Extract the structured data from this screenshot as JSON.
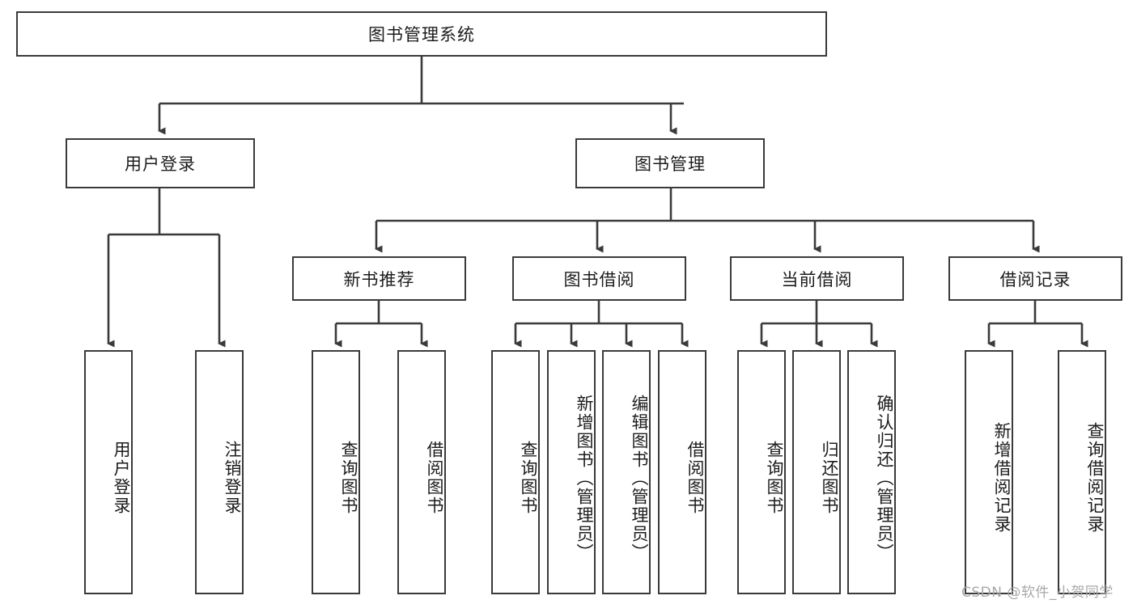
{
  "diagram": {
    "type": "tree",
    "title": "图书管理系统",
    "orientation": "top-down",
    "levels": 4,
    "nodes": {
      "root": {
        "label": "图书管理系统",
        "level": 0
      },
      "user_login": {
        "label": "用户登录",
        "level": 1
      },
      "book_manage": {
        "label": "图书管理",
        "level": 1
      },
      "new_book_rec": {
        "label": "新书推荐",
        "level": 2
      },
      "book_borrow": {
        "label": "图书借阅",
        "level": 2
      },
      "current_borrow": {
        "label": "当前借阅",
        "level": 2
      },
      "borrow_record": {
        "label": "借阅记录",
        "level": 2
      },
      "leaf_user_login": {
        "label": "用户登录",
        "level": 2
      },
      "leaf_logout": {
        "label": "注销登录",
        "level": 2
      },
      "leaf_query_book_1": {
        "label": "查询图书",
        "level": 3
      },
      "leaf_borrow_book_1": {
        "label": "借阅图书",
        "level": 3
      },
      "leaf_query_book_2": {
        "label": "查询图书",
        "level": 3
      },
      "leaf_add_book": {
        "label": "新增图书（管理员）",
        "level": 3
      },
      "leaf_edit_book": {
        "label": "编辑图书（管理员）",
        "level": 3
      },
      "leaf_borrow_book_2": {
        "label": "借阅图书",
        "level": 3
      },
      "leaf_query_book_3": {
        "label": "查询图书",
        "level": 3
      },
      "leaf_return_book": {
        "label": "归还图书",
        "level": 3
      },
      "leaf_confirm_return": {
        "label": "确认归还（管理员）",
        "level": 3
      },
      "leaf_add_record": {
        "label": "新增借阅记录",
        "level": 3
      },
      "leaf_query_record": {
        "label": "查询借阅记录",
        "level": 3
      }
    },
    "edges": [
      {
        "from": "root",
        "to": "user_login"
      },
      {
        "from": "root",
        "to": "book_manage"
      },
      {
        "from": "user_login",
        "to": "leaf_user_login"
      },
      {
        "from": "user_login",
        "to": "leaf_logout"
      },
      {
        "from": "book_manage",
        "to": "new_book_rec"
      },
      {
        "from": "book_manage",
        "to": "book_borrow"
      },
      {
        "from": "book_manage",
        "to": "current_borrow"
      },
      {
        "from": "book_manage",
        "to": "borrow_record"
      },
      {
        "from": "new_book_rec",
        "to": "leaf_query_book_1"
      },
      {
        "from": "new_book_rec",
        "to": "leaf_borrow_book_1"
      },
      {
        "from": "book_borrow",
        "to": "leaf_query_book_2"
      },
      {
        "from": "book_borrow",
        "to": "leaf_add_book"
      },
      {
        "from": "book_borrow",
        "to": "leaf_edit_book"
      },
      {
        "from": "book_borrow",
        "to": "leaf_borrow_book_2"
      },
      {
        "from": "current_borrow",
        "to": "leaf_query_book_3"
      },
      {
        "from": "current_borrow",
        "to": "leaf_return_book"
      },
      {
        "from": "current_borrow",
        "to": "leaf_confirm_return"
      },
      {
        "from": "borrow_record",
        "to": "leaf_add_record"
      },
      {
        "from": "borrow_record",
        "to": "leaf_query_record"
      }
    ],
    "colors": {
      "stroke": "#3a3a3a",
      "fill": "#ffffff",
      "text": "#1c1c1c",
      "watermark": "#a8a8a8"
    }
  },
  "watermark": {
    "text": "CSDN @软件_小贺同学"
  }
}
